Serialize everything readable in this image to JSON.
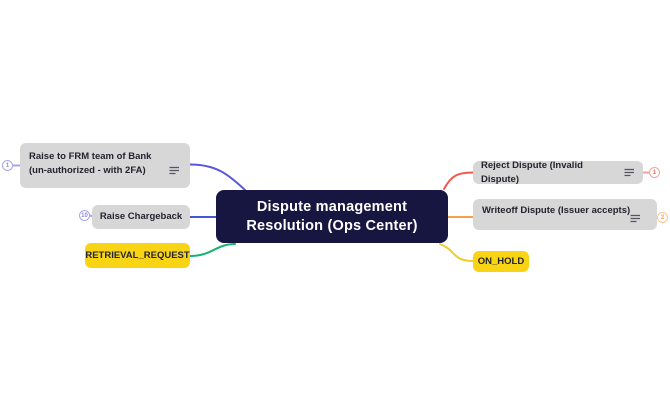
{
  "mindmap": {
    "central": {
      "line1": "Dispute management",
      "line2": "Resolution (Ops Center)"
    },
    "left_branches": [
      {
        "label": "Raise to FRM team of Bank (un-authorized - with 2FA)",
        "badge_count": "1",
        "has_note": true
      },
      {
        "label": "Raise Chargeback",
        "badge_count": "10",
        "has_note": false
      },
      {
        "label": "RETRIEVAL_REQUEST",
        "badge_count": "",
        "has_note": false
      }
    ],
    "right_branches": [
      {
        "label": "Reject Dispute (Invalid Dispute)",
        "badge_count": "1",
        "has_note": true
      },
      {
        "label": "Writeoff Dispute (Issuer accepts)",
        "badge_count": "2",
        "has_note": true
      },
      {
        "label": "ON_HOLD",
        "badge_count": "",
        "has_note": false
      }
    ]
  },
  "colors": {
    "central_bg": "#171640",
    "central_text": "#ffffff",
    "gray_node_bg": "#d7d7d7",
    "yellow_node_bg": "#f8d414",
    "node_text": "#23232e",
    "connector_frm": "#5a57d9",
    "connector_chargeback": "#4656d8",
    "connector_retrieval": "#18b274",
    "connector_reject": "#f4574d",
    "connector_writeoff": "#f6a04f",
    "connector_onhold": "#efcd2d",
    "badge_lavender": "#a9a5e8",
    "badge_red": "#f3a29a",
    "badge_orange": "#f6c693"
  }
}
